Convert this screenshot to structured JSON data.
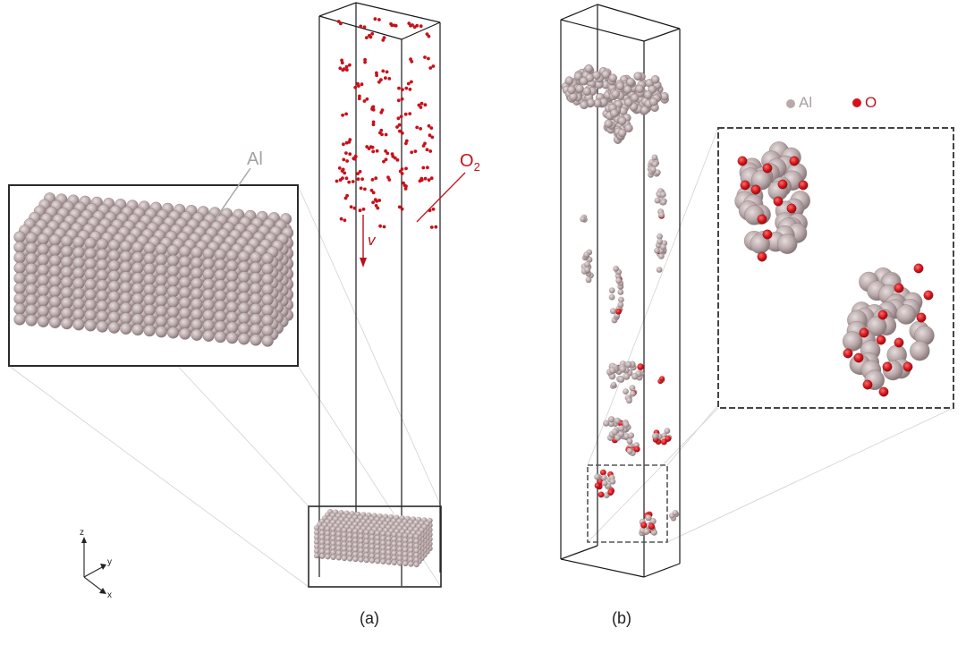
{
  "labels": {
    "al_callout": "Al",
    "o2_base": "O",
    "o2_sub": "2",
    "velocity": "v",
    "axis_z": "z",
    "axis_y": "y",
    "axis_x": "x",
    "panel_a": "(a)",
    "panel_b": "(b)",
    "legend_al": "Al",
    "legend_o": "O"
  },
  "colors": {
    "al_atom": "#b9a9aa",
    "al_atom_edge": "#8e7e80",
    "o_atom": "#d3131a",
    "o2_atom": "#c8101a",
    "callout_line": "#9a9a9a",
    "o2_label": "#c0141c",
    "box_line": "#1a1a1a"
  }
}
